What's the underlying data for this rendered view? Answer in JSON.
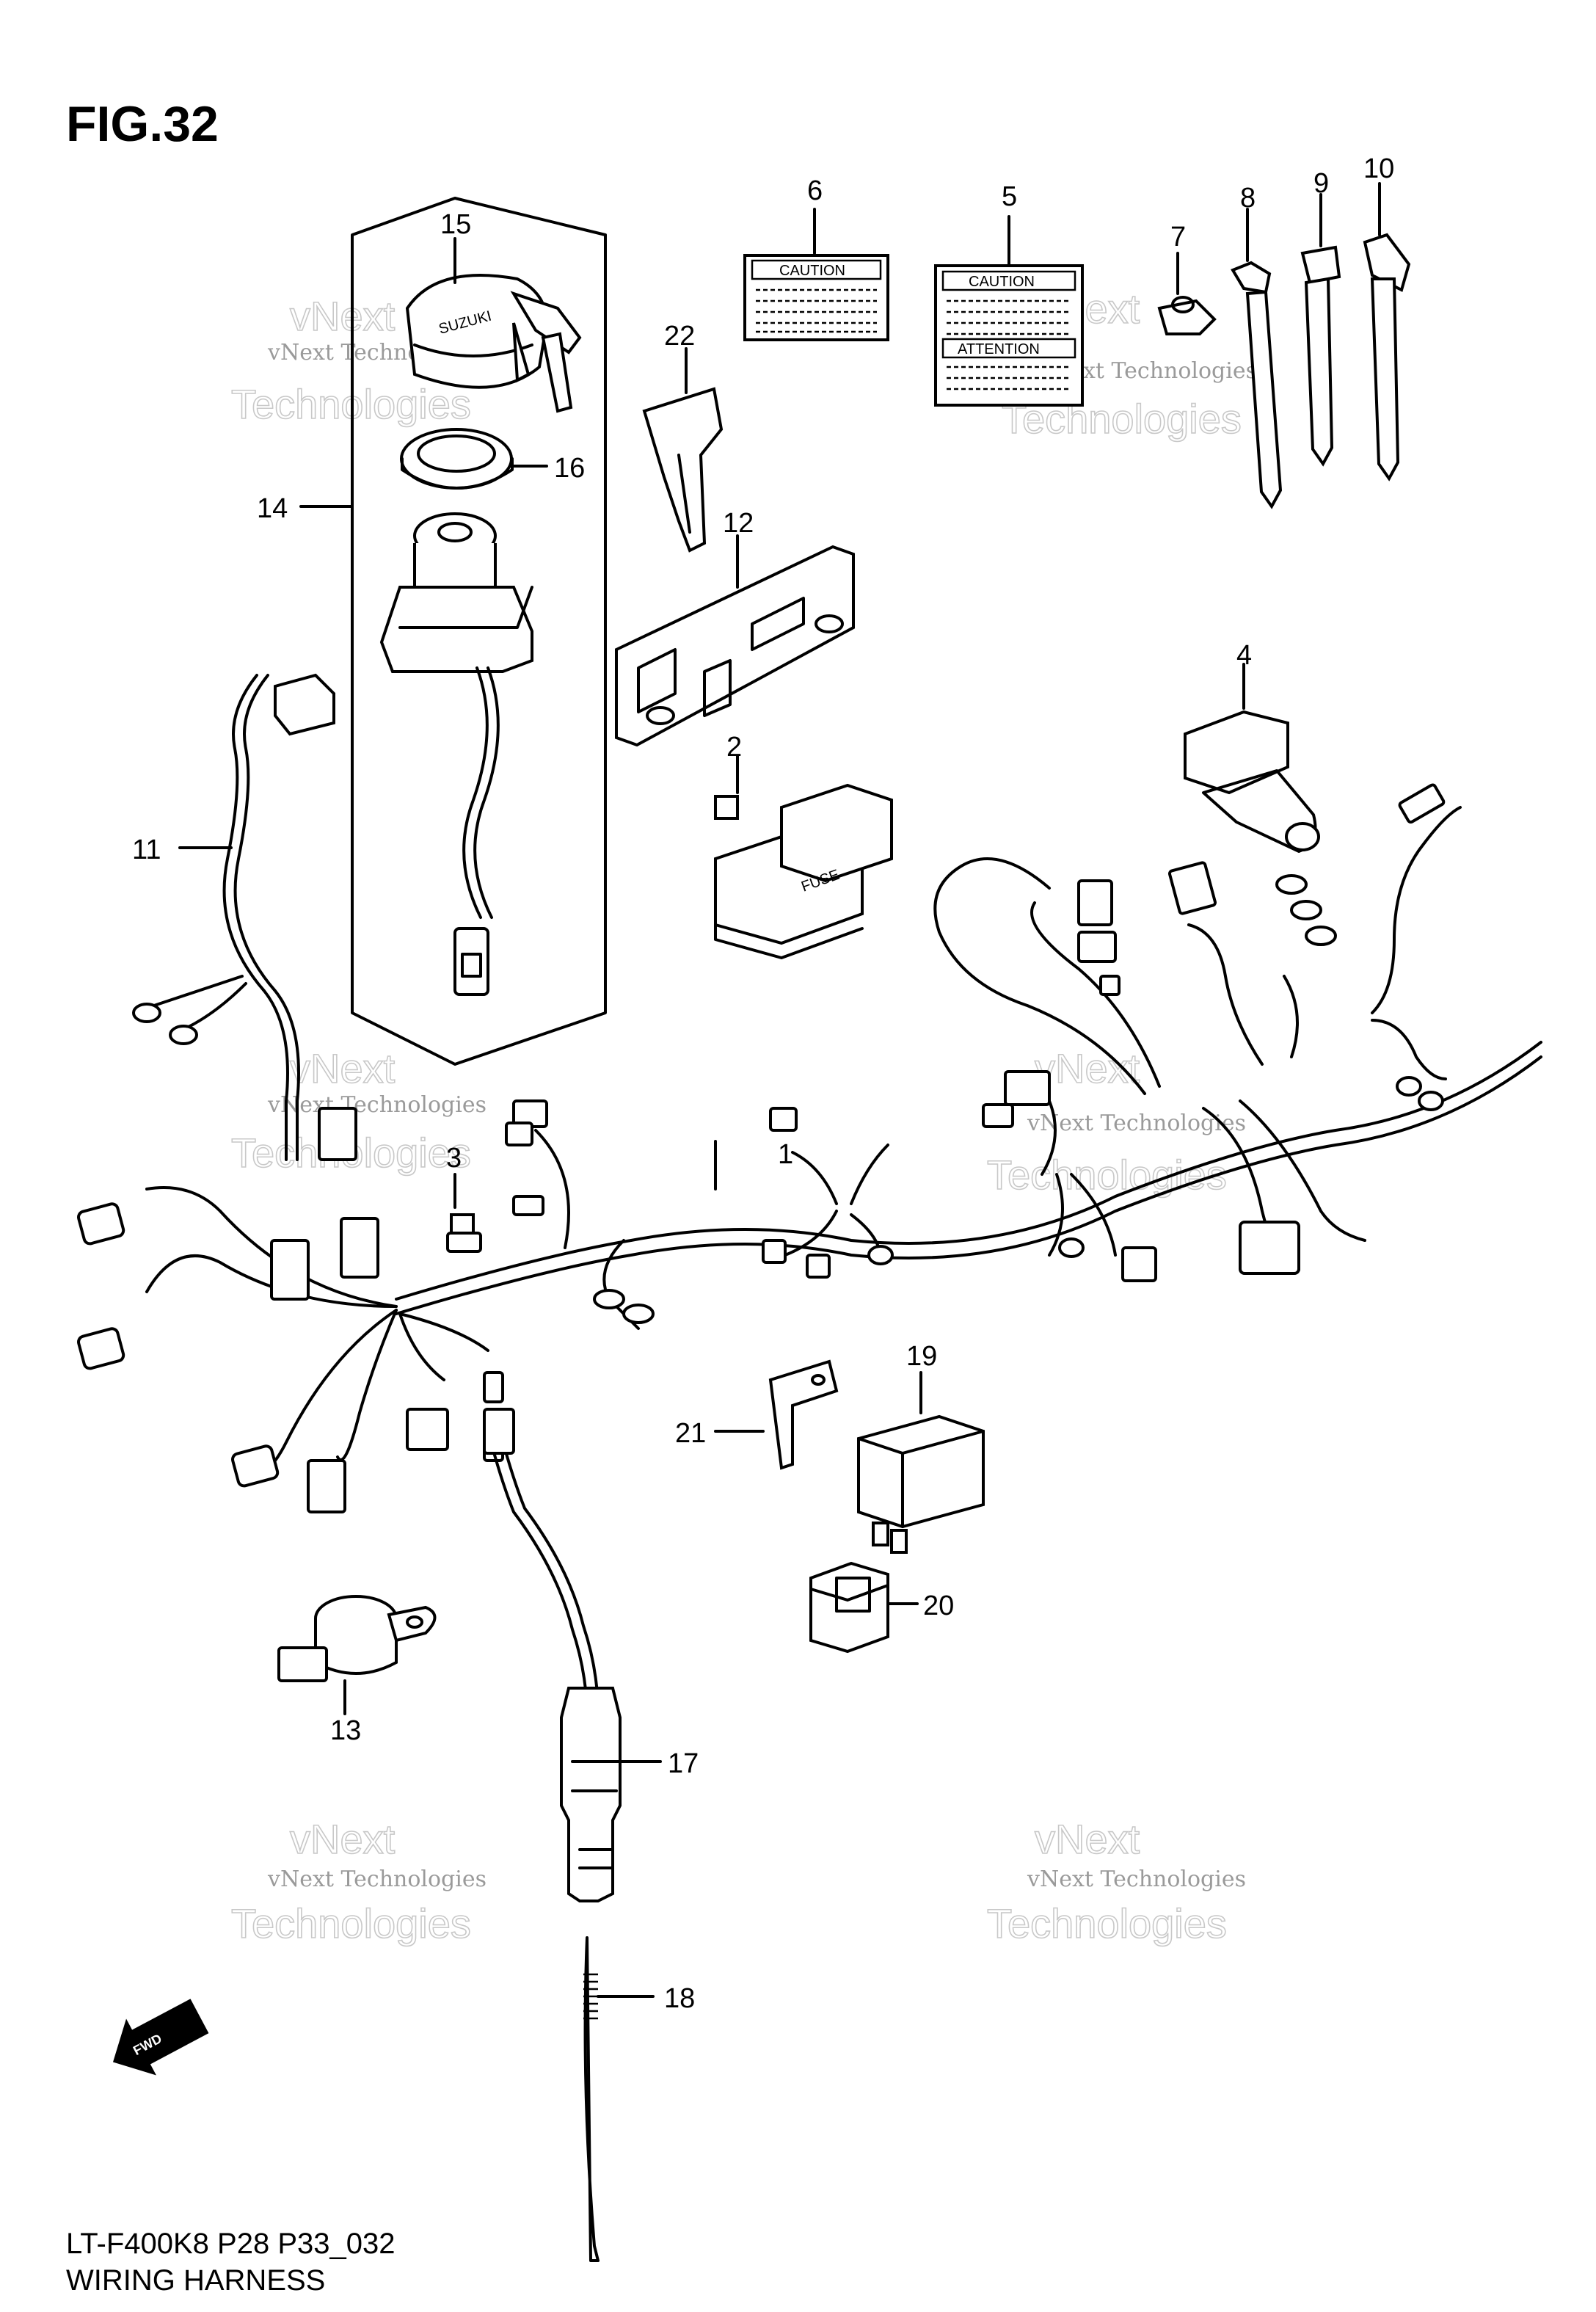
{
  "figure": {
    "title": "FIG.32",
    "code": "LT-F400K8 P28 P33_032",
    "name": "WIRING HARNESS"
  },
  "callouts": [
    "1",
    "2",
    "3",
    "4",
    "5",
    "6",
    "7",
    "8",
    "9",
    "10",
    "11",
    "12",
    "13",
    "14",
    "15",
    "16",
    "17",
    "18",
    "19",
    "20",
    "21",
    "22"
  ],
  "labels": {
    "caution": "CAUTION",
    "attention": "ATTENTION",
    "fuse": "FUSE",
    "fwd": "FWD",
    "brand": "SUZUKI"
  },
  "watermark": {
    "line1": "vNext Technologies",
    "line2": "Technologies",
    "line3": "vNext"
  },
  "colors": {
    "ink": "#000000",
    "watermark": "#9a9a9a",
    "background": "#ffffff"
  }
}
